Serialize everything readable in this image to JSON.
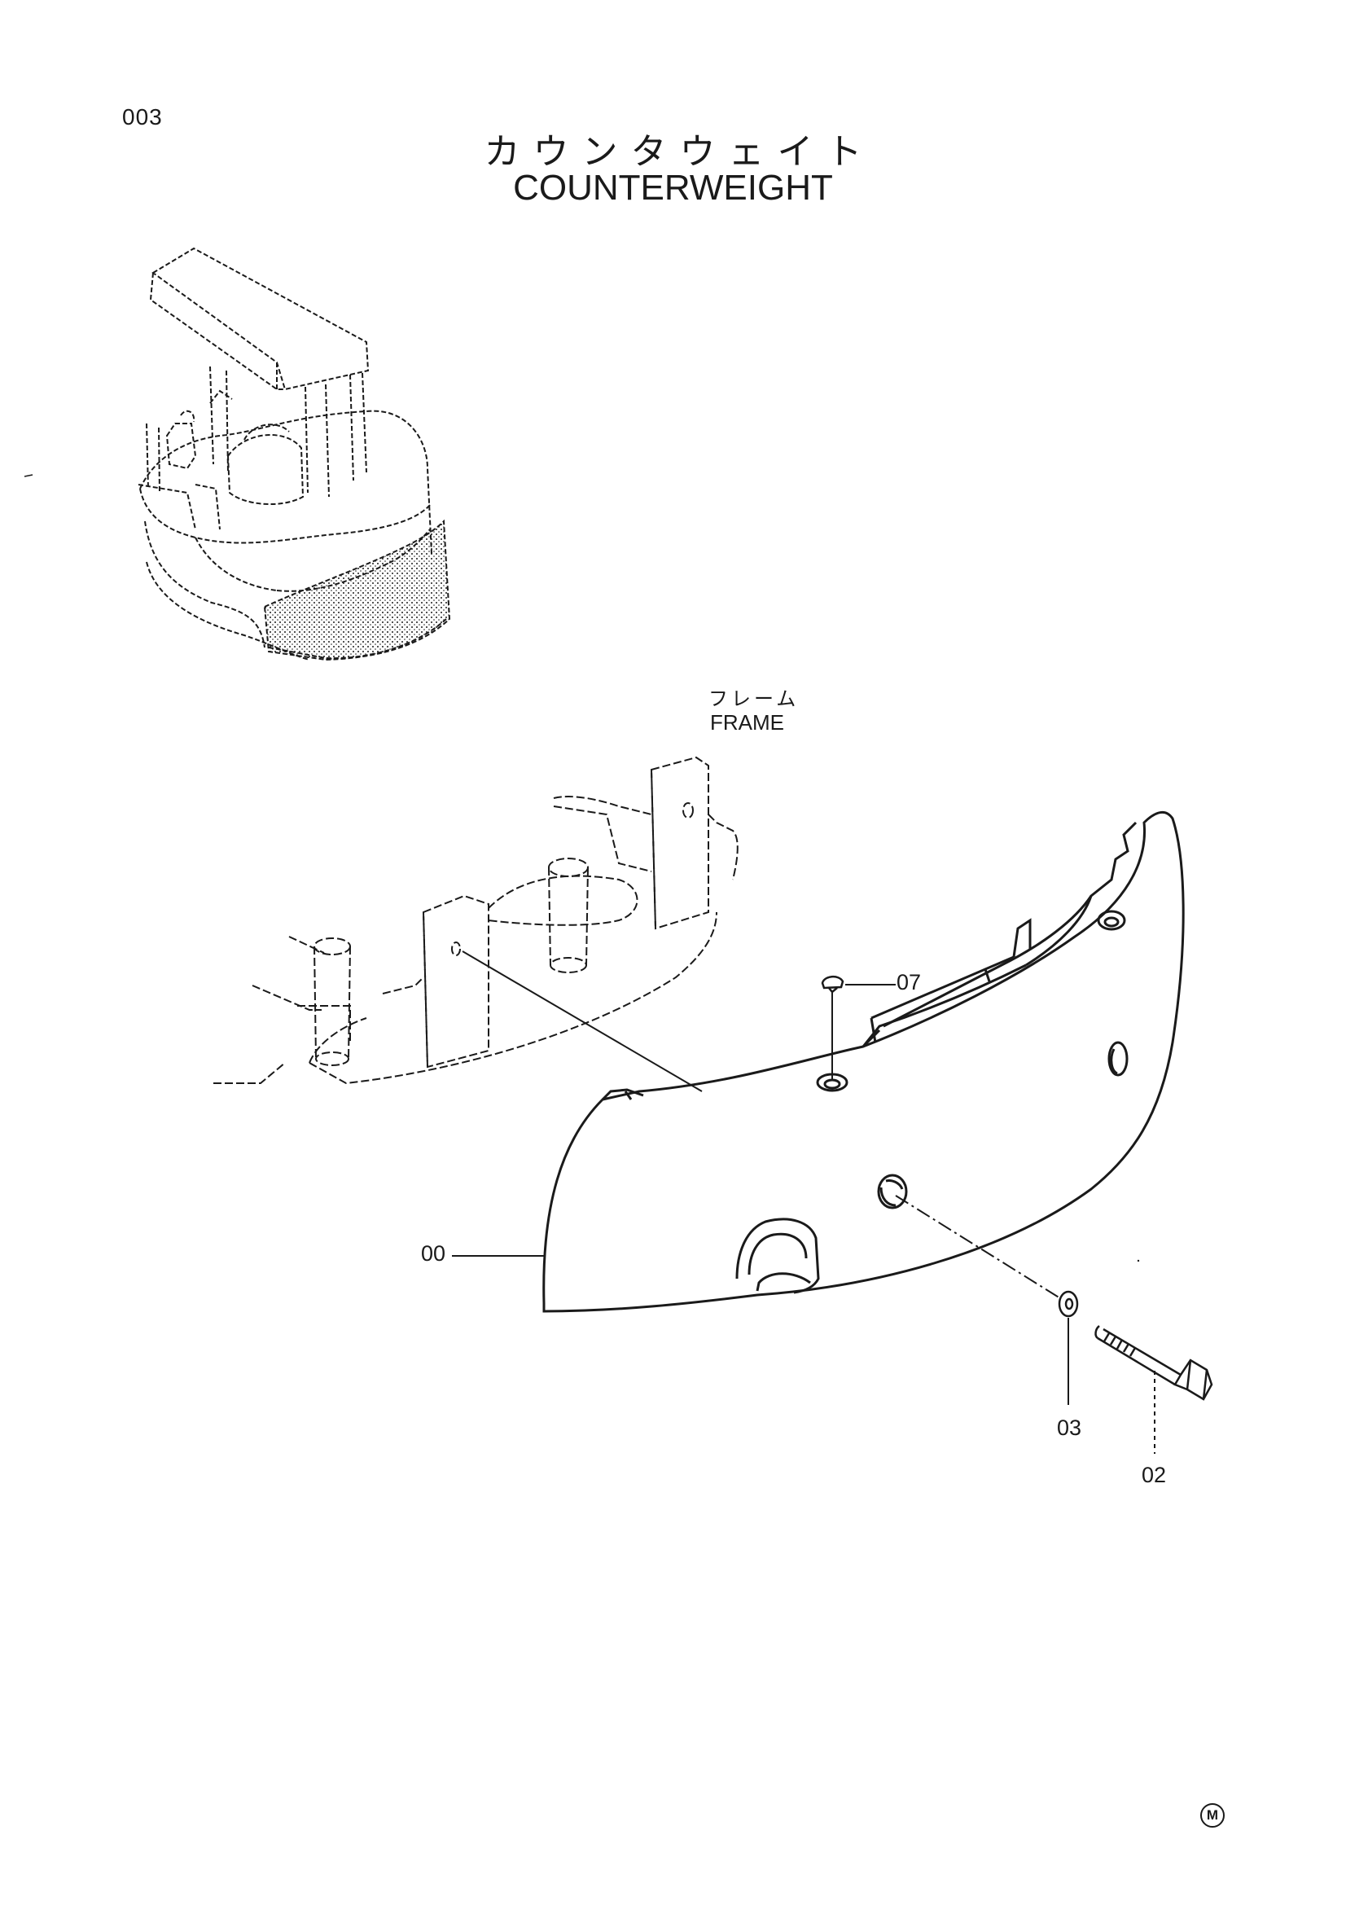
{
  "page_number": "003",
  "title": {
    "japanese": "カウンタウェイト",
    "english": "COUNTERWEIGHT"
  },
  "frame_label": {
    "japanese": "フレーム",
    "english": "FRAME"
  },
  "callouts": {
    "counterweight": "00",
    "bolt": "02",
    "washer": "03",
    "plug": "07"
  },
  "corner_mark": "M",
  "colors": {
    "line": "#1a1a1a",
    "background": "#ffffff"
  }
}
